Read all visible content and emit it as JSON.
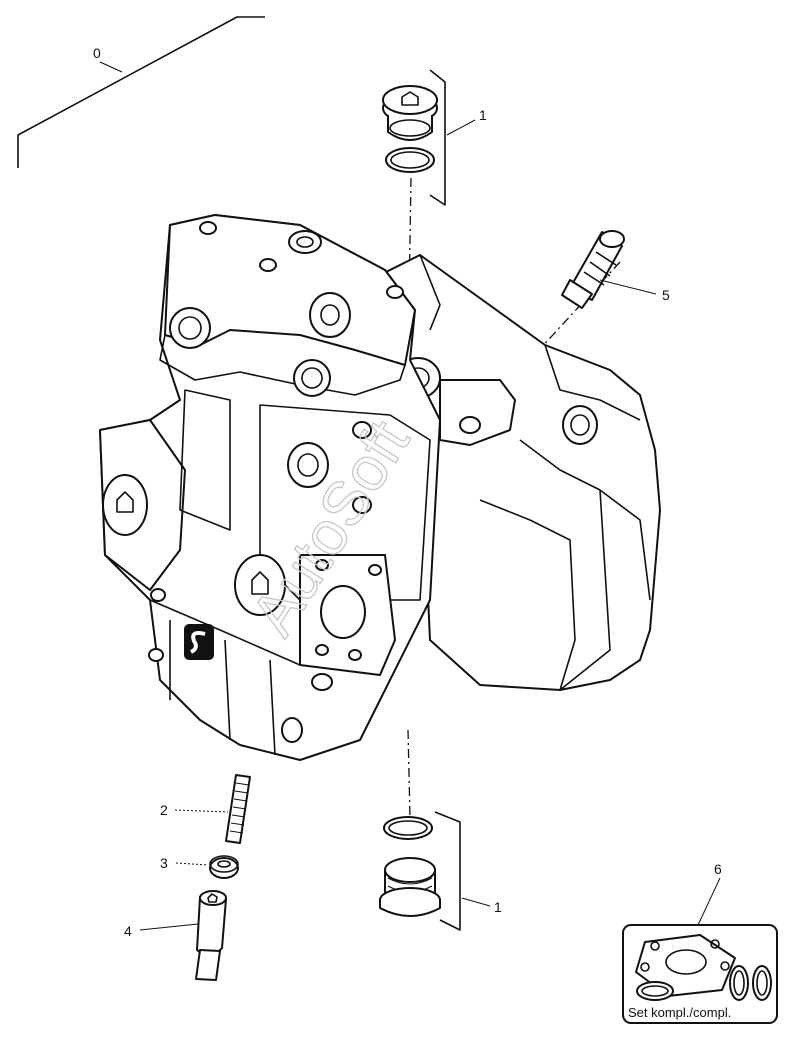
{
  "callouts": {
    "c0": "0",
    "c1_top": "1",
    "c1_bottom": "1",
    "c2": "2",
    "c3": "3",
    "c4": "4",
    "c5": "5",
    "c6": "6"
  },
  "set_box": {
    "label": "Set kompl./compl."
  },
  "watermark": "AutoSoft",
  "icons": [
    "hydraulic-motor-assembly",
    "plug-with-o-ring",
    "threaded-pin",
    "washer",
    "valve-fitting",
    "grease-nipple",
    "seal-kit-gasket"
  ]
}
